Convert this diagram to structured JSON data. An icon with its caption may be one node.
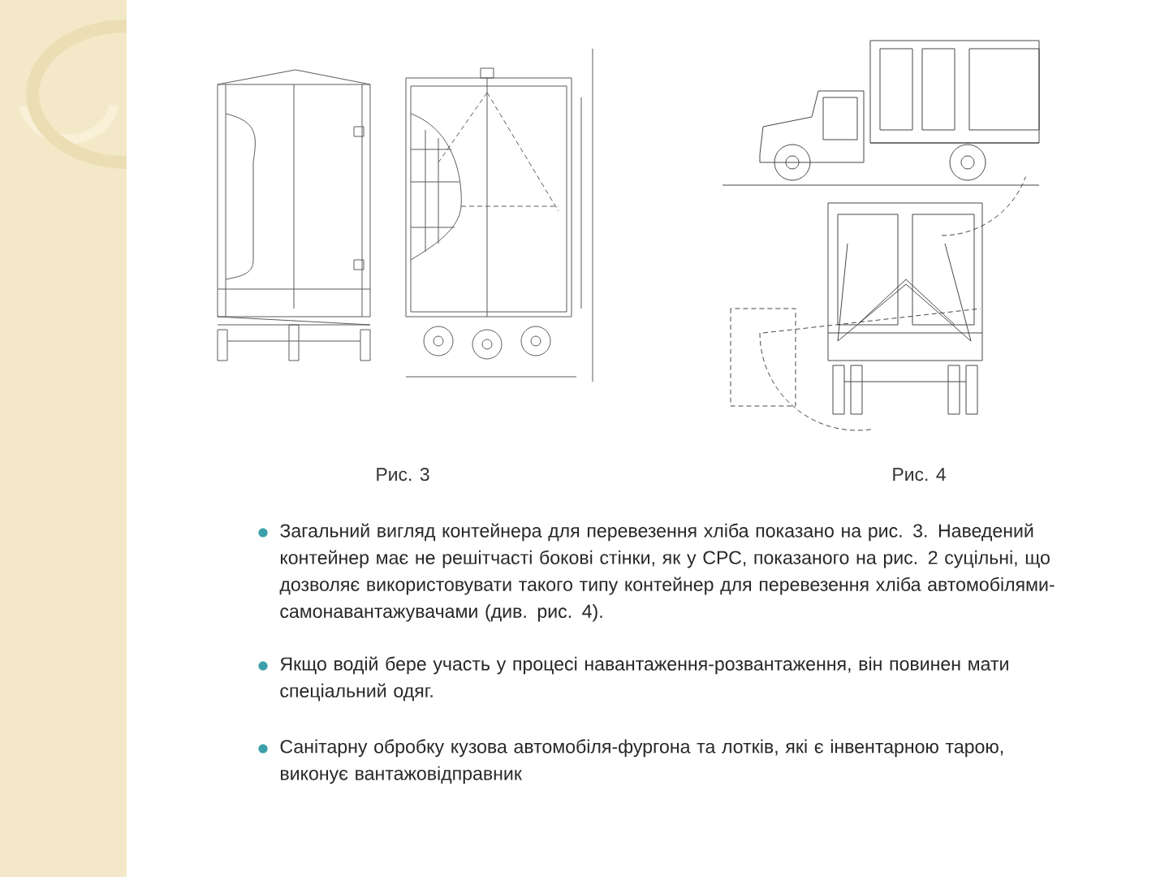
{
  "diagram": {
    "labels": [
      "Рис. 3",
      "Рис. 4",
      "Загальний вигляд контейнера для перевезення хліба показано на рис. 3. Наведений контейнер має не решітчасті бокові стінки, як у СРС, показаного на рис. 2 суцільні, що дозволяє використовувати такого типу контейнер для перевезення хліба автомобілями-самонавантажувачами (див. рис. 4).",
      "Якщо водій бере участь у процесі навантаження-розвантаження, він повинен мати спеціальний одяг.",
      "Санітарну обробку кузова автомобіля-фургона та лотків, які є інвентарною тарою, виконує вантажовідправник"
    ]
  }
}
